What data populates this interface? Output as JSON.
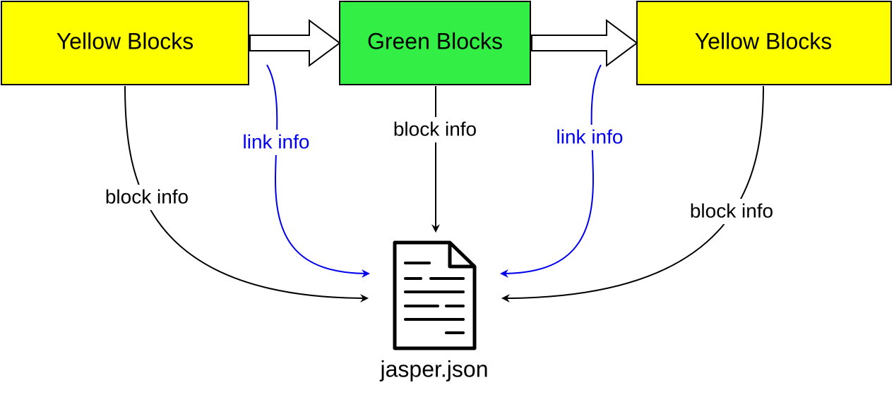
{
  "colors": {
    "yellow_fill": "#ffff00",
    "green_fill": "#33ee44",
    "block_info_line": "#000000",
    "link_info_line": "#0000ee"
  },
  "blocks": {
    "left": "Yellow Blocks",
    "center": "Green Blocks",
    "right": "Yellow Blocks"
  },
  "edges": {
    "left_block_info": "block info",
    "left_link_info": "link info",
    "center_block_info": "block info",
    "right_link_info": "link info",
    "right_block_info": "block info"
  },
  "file": {
    "icon": "document-icon",
    "label": "jasper.json"
  }
}
